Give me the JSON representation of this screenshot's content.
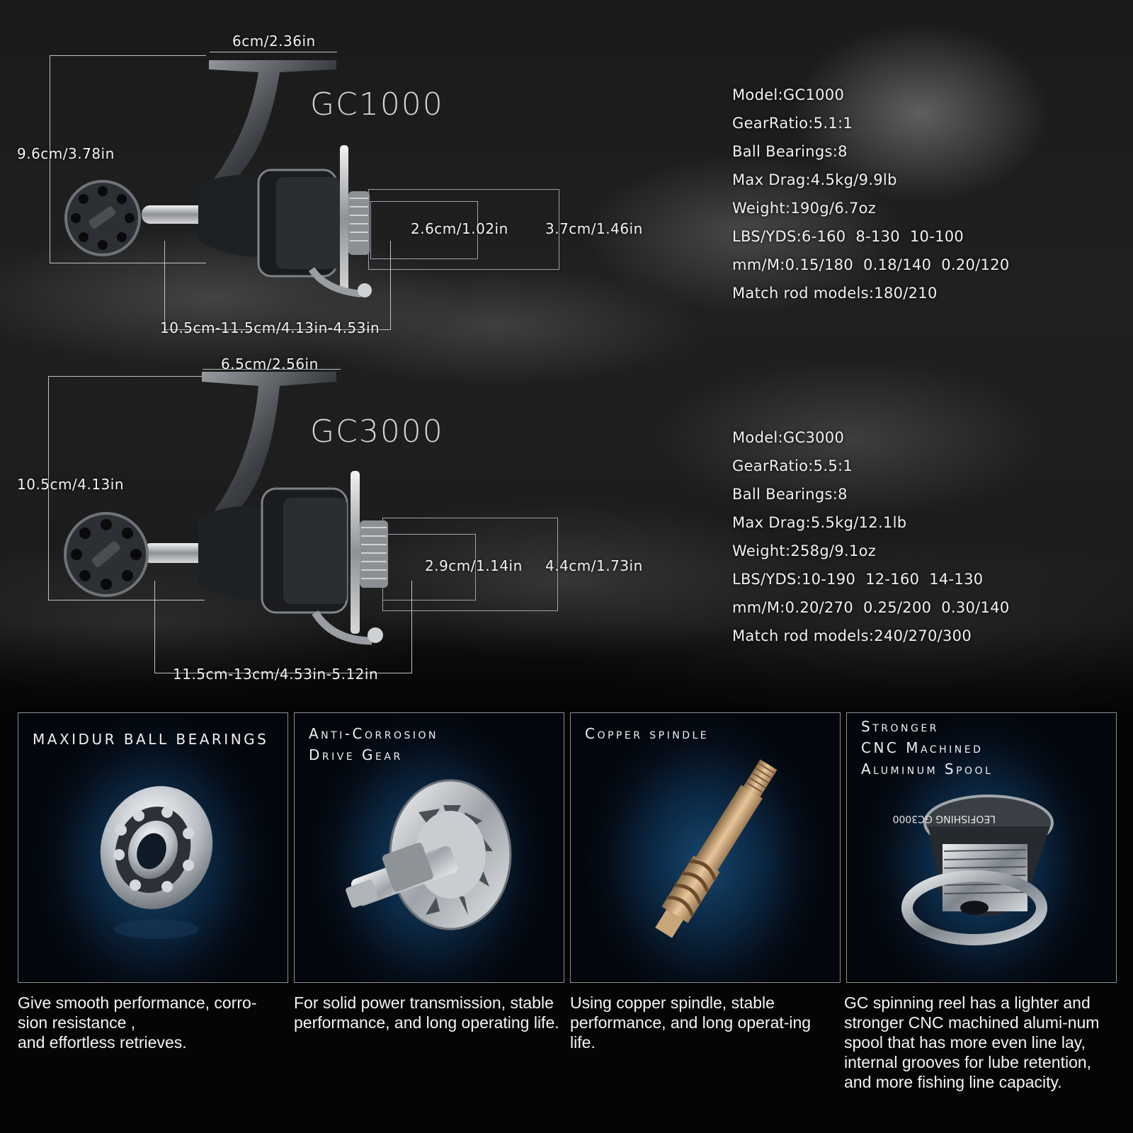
{
  "gc1000": {
    "title": "GC1000",
    "dims": {
      "top": "6cm/2.36in",
      "height": "9.6cm/3.78in",
      "spool_inner": "2.6cm/1.02in",
      "spool_outer": "3.7cm/1.46in",
      "length": "10.5cm-11.5cm/4.13in-4.53in"
    },
    "specs": [
      "Model:GC1000",
      "GearRatio:5.1:1",
      "Ball Bearings:8",
      "Max Drag:4.5kg/9.9lb",
      "Weight:190g/6.7oz",
      "LBS/YDS:6-160  8-130  10-100",
      "mm/M:0.15/180  0.18/140  0.20/120",
      "Match rod models:180/210"
    ]
  },
  "gc3000": {
    "title": "GC3000",
    "dims": {
      "top": "6.5cm/2.56in",
      "height": "10.5cm/4.13in",
      "spool_inner": "2.9cm/1.14in",
      "spool_outer": "4.4cm/1.73in",
      "length": "11.5cm-13cm/4.53in-5.12in"
    },
    "specs": [
      "Model:GC3000",
      "GearRatio:5.5:1",
      "Ball Bearings:8",
      "Max Drag:5.5kg/12.1lb",
      "Weight:258g/9.1oz",
      "LBS/YDS:10-190  12-160  14-130",
      "mm/M:0.20/270  0.25/200  0.30/140",
      "Match rod models:240/270/300"
    ]
  },
  "features": [
    {
      "title": "MAXIDUR BALL BEARINGS",
      "description": "Give smooth performance, corro-sion resistance ,\nand effortless retrieves."
    },
    {
      "title": "Anti-Corrosion\nDrive Gear",
      "description": "For solid power transmission, stable performance, and long operating life."
    },
    {
      "title": "Copper spindle",
      "description": "Using copper spindle, stable performance, and long operat-ing life."
    },
    {
      "title": "Stronger\nCNC Machined\nAluminum Spool",
      "description": "GC spinning reel has a lighter and stronger CNC machined alumi-num spool that has more even line lay, internal grooves for lube retention, and more fishing line capacity."
    }
  ],
  "spool_engraving": "LEOFISHING GC3000"
}
